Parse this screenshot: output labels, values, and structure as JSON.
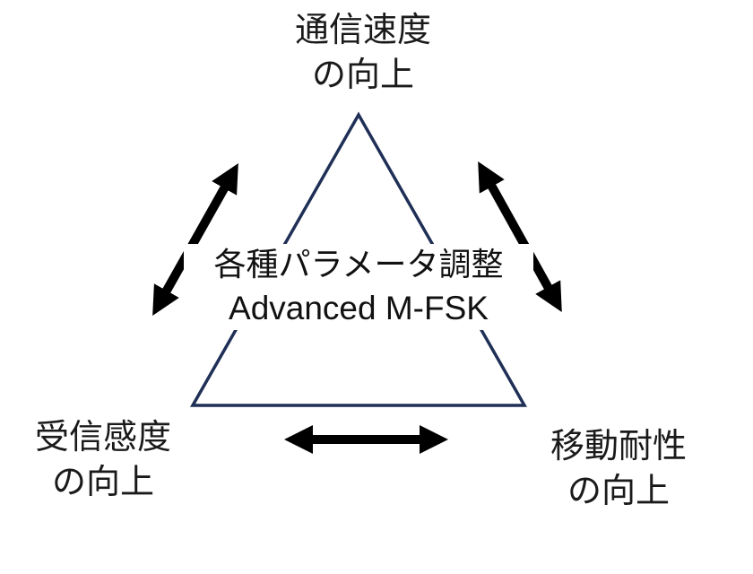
{
  "diagram": {
    "title": "Trade-off triangle",
    "nodes": {
      "top": {
        "line1": "通信速度",
        "line2": "の向上"
      },
      "left": {
        "line1": "受信感度",
        "line2": "の向上"
      },
      "right": {
        "line1": "移動耐性",
        "line2": "の向上"
      }
    },
    "center": {
      "line1": "各種パラメータ調整",
      "line2": "Advanced M-FSK"
    },
    "colors": {
      "triangle": "#1f2f56",
      "arrows": "#000000",
      "text": "#1a1a1a"
    }
  }
}
